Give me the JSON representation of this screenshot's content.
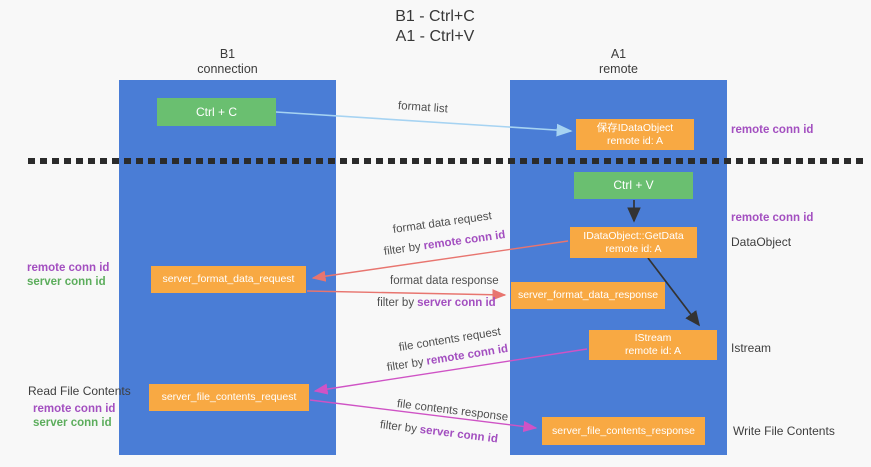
{
  "title": {
    "line1": "B1 - Ctrl+C",
    "line2": "A1 - Ctrl+V"
  },
  "lifelines": {
    "b1": {
      "name": "B1",
      "role": "connection"
    },
    "a1": {
      "name": "A1",
      "role": "remote"
    }
  },
  "boxes": {
    "ctrl_c": {
      "label": "Ctrl + C"
    },
    "save_idataobject": {
      "line1": "保存IDataObject",
      "line2": "remote id: A"
    },
    "ctrl_v": {
      "label": "Ctrl + V"
    },
    "getdata": {
      "line1": "IDataObject::GetData",
      "line2": "remote id: A"
    },
    "server_format_data_request": {
      "label": "server_format_data_request"
    },
    "server_format_data_response": {
      "label": "server_format_data_response"
    },
    "istream": {
      "line1": "IStream",
      "line2": "remote id: A"
    },
    "server_file_contents_request": {
      "label": "server_file_contents_request"
    },
    "server_file_contents_response": {
      "label": "server_file_contents_response"
    }
  },
  "arrow_labels": {
    "format_list": "format list",
    "format_data_request": "format data request",
    "format_data_response": "format data response",
    "file_contents_request": "file contents request",
    "file_contents_response": "file contents response",
    "filter_by": "filter by",
    "remote_conn_id": "remote conn id",
    "server_conn_id": "server conn id"
  },
  "side_labels": {
    "right_remote_conn_id_top": "remote conn id",
    "right_remote_conn_id_mid": "remote conn id",
    "data_object": "DataObject",
    "istream": "Istream",
    "write_file_contents": "Write File Contents",
    "left_remote_conn_id_top": "remote conn id",
    "left_server_conn_id_top": "server conn id",
    "read_file_contents": "Read File Contents",
    "left_remote_conn_id_bottom": "remote conn id",
    "left_server_conn_id_bottom": "server conn id"
  },
  "colors": {
    "background": "#f8f8f8",
    "lifeline_blue": "#4a7dd6",
    "box_green": "#6abf70",
    "box_orange": "#f8a943",
    "id_purple": "#a34fc0",
    "id_green": "#5cad5c",
    "arrow_salmon": "#e8756f",
    "arrow_magenta": "#cf53c5",
    "arrow_lightblue": "#a6d3f2",
    "arrow_dark": "#333333",
    "divider_dark": "#2b2b2b"
  }
}
